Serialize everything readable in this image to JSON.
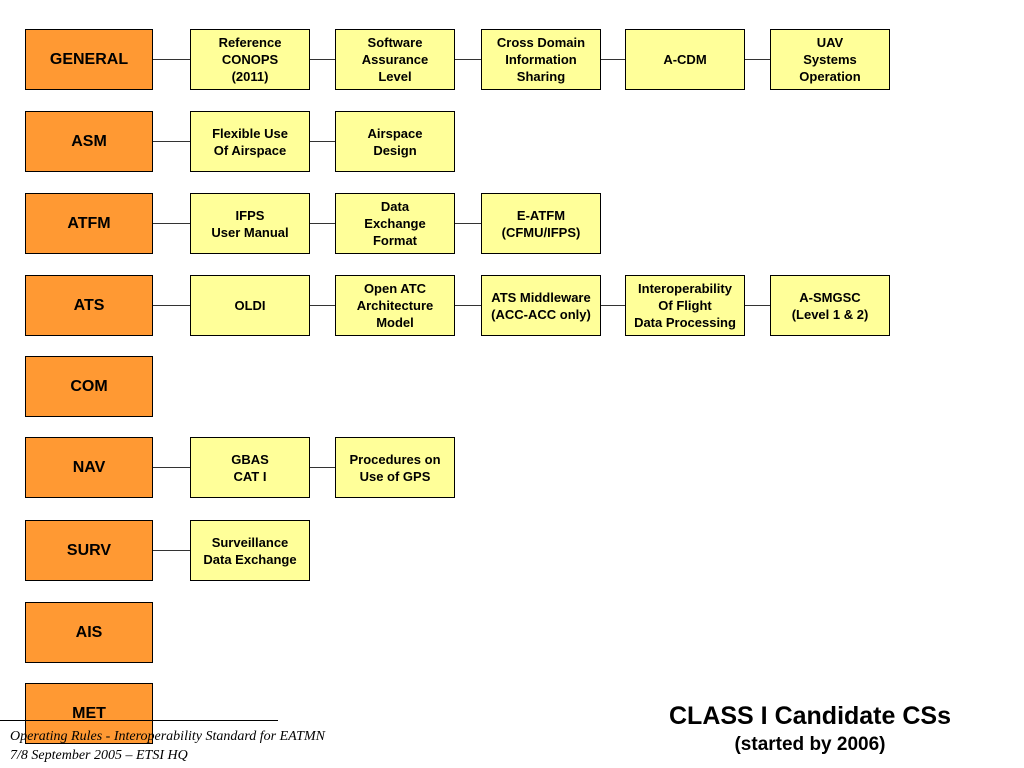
{
  "rows": [
    {
      "category": "GENERAL",
      "items": [
        "Reference\nCONOPS\n(2011)",
        "Software\nAssurance\nLevel",
        "Cross Domain\nInformation\nSharing",
        "A-CDM",
        "UAV\nSystems\nOperation"
      ]
    },
    {
      "category": "ASM",
      "items": [
        "Flexible Use\nOf Airspace",
        "Airspace\nDesign"
      ]
    },
    {
      "category": "ATFM",
      "items": [
        "IFPS\nUser Manual",
        "Data\nExchange\nFormat",
        "E-ATFM\n(CFMU/IFPS)"
      ]
    },
    {
      "category": "ATS",
      "items": [
        "OLDI",
        "Open ATC\nArchitecture\nModel",
        "ATS Middleware\n(ACC-ACC only)",
        "Interoperability\nOf Flight\nData Processing",
        "A-SMGSC\n(Level 1 & 2)"
      ]
    },
    {
      "category": "COM",
      "items": []
    },
    {
      "category": "NAV",
      "items": [
        "GBAS\nCAT I",
        "Procedures on\nUse of GPS"
      ]
    },
    {
      "category": "SURV",
      "items": [
        "Surveillance\nData Exchange"
      ]
    },
    {
      "category": "AIS",
      "items": []
    },
    {
      "category": "MET",
      "items": []
    }
  ],
  "title": "CLASS I Candidate CSs",
  "subtitle": "(started by 2006)",
  "footer": {
    "line1": "Operating Rules - Interoperability Standard for EATMN",
    "line2": "7/8 September 2005 – ETSI HQ"
  },
  "colors": {
    "category_fill": "#ff9933",
    "item_fill": "#ffff99",
    "border": "#000000",
    "connector": "#333333"
  }
}
